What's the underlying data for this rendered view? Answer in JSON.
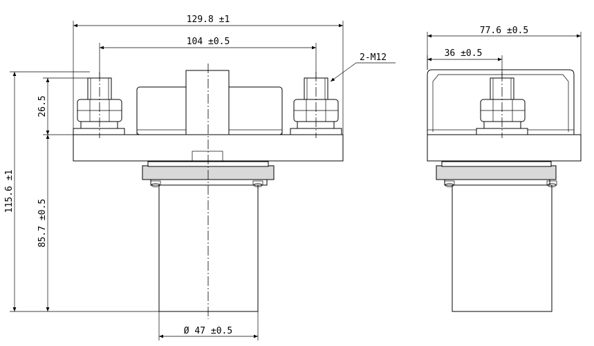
{
  "drawing": {
    "front_view": {
      "overall_width": "129.8 ±1",
      "terminal_spacing": "104 ±0.5",
      "terminal_thread": "2-M12",
      "stud_height": "26.5",
      "overall_height": "115.6 ±1",
      "body_height": "85.7 ±0.5",
      "coil_diameter": "Ø 47 ±0.5"
    },
    "side_view": {
      "overall_depth": "77.6 ±0.5",
      "terminal_offset": "36 ±0.5"
    }
  }
}
